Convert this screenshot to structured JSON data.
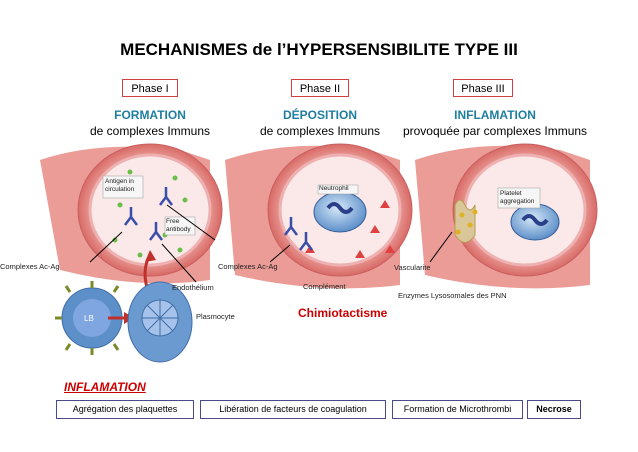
{
  "title": "MECHANISMES de l’HYPERSENSIBILITE TYPE III",
  "phases": [
    {
      "label": "Phase I",
      "heading": "FORMATION",
      "subheading": "de complexes Immuns"
    },
    {
      "label": "Phase II",
      "heading": "DÉPOSITION",
      "subheading": "de complexes Immuns"
    },
    {
      "label": "Phase III",
      "heading": "INFLAMATION",
      "subheading": "provoquée par complexes Immuns"
    }
  ],
  "vessel_labels": {
    "antigen": "Antigen in circulation",
    "free_antibody": "Free antibody",
    "neutrophil": "Neutrophil",
    "platelet": "Platelet aggregation"
  },
  "annotations": {
    "complexes_left": "Complexes Ac-Ag",
    "complexes_mid": "Complexes Ac-Ag",
    "endothelium": "Endothélium",
    "plasmocyte": "Plasmocyte",
    "lb": "LB",
    "complement": "Complément",
    "chemotaxis": "Chimiotactisme",
    "vascularite": "Vascularite",
    "enzymes": "Enzymes Lysosomales des PNN"
  },
  "bottom": {
    "heading": "INFLAMATION",
    "items": [
      "Agrégation des plaquettes",
      "Libération de facteurs de coagulation",
      "Formation de Microthrombi",
      "Necrose"
    ]
  },
  "colors": {
    "vessel_wall": "#e88a86",
    "lumen": "#fbeaea",
    "phase_border": "#d04040",
    "heading_blue": "#1f7ea0",
    "accent_red": "#cc0000"
  }
}
